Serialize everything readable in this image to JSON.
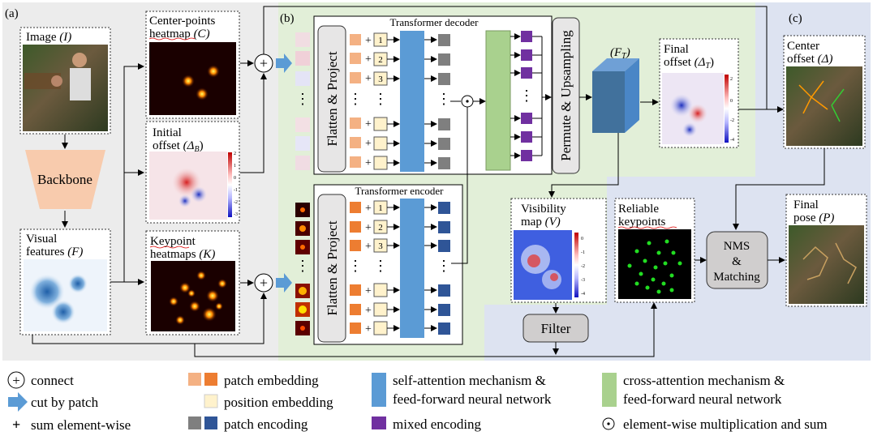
{
  "panels": {
    "a": "(a)",
    "b": "(b)",
    "c": "(c)"
  },
  "image_label": {
    "text": "Image",
    "sym": "(I)"
  },
  "backbone_label": "Backbone",
  "visual_features": {
    "line1": "Visual",
    "line2": "features",
    "sym": "(F)"
  },
  "center_heatmap": {
    "line1": "Center-points",
    "line2": "heatmap",
    "sym": "(C)"
  },
  "initial_offset": {
    "line1": "Initial",
    "line2": "offset",
    "sym": "(Δ",
    "sub": "B",
    "close": ")"
  },
  "keypoint_heatmaps": {
    "line1": "Keypoint",
    "line2": "heatmaps",
    "sym": "(K)"
  },
  "colorbar_ticks_initial": [
    "2",
    "1",
    "0",
    "-1",
    "-2",
    "-3"
  ],
  "colorbar_ticks_final": [
    "2",
    "0",
    "-2",
    "-4"
  ],
  "colorbar_ticks_visibility": [
    "0",
    "-1",
    "-2",
    "-3",
    "-4"
  ],
  "transformer_decoder": "Transformer decoder",
  "transformer_encoder": "Transformer encoder",
  "flatten_project": "Flatten & Project",
  "position_numbers": [
    "1",
    "2",
    "3"
  ],
  "dots": "⋮",
  "permute_upsampling": "Permute & Upsampling",
  "ft_label": {
    "sym": "(F",
    "sub": "T",
    "close": ")"
  },
  "final_offset": {
    "line1": "Final",
    "line2": "offset",
    "sym": "(Δ",
    "sub": "T",
    "close": ")"
  },
  "center_offset": {
    "line1": "Center",
    "line2": "offset",
    "sym": "(Δ)"
  },
  "visibility_map": {
    "line1": "Visibility",
    "line2": "map",
    "sym": "(V)"
  },
  "reliable_keypoints": {
    "line1": "Reliable",
    "line2": "keypoints"
  },
  "nms": {
    "line1": "NMS",
    "line2": "&",
    "line3": "Matching"
  },
  "final_pose": {
    "line1": "Final",
    "line2": "pose",
    "sym": "(P)"
  },
  "filter": "Filter",
  "legend": {
    "connect": "connect",
    "cut_by_patch": "cut by patch",
    "sum_elementwise": "sum element-wise",
    "patch_embedding": "patch embedding",
    "position_embedding": "position embedding",
    "patch_encoding": "patch encoding",
    "self_attention_1": "self-attention mechanism &",
    "self_attention_2": "feed-forward neural network",
    "mixed_encoding": "mixed encoding",
    "cross_attention_1": "cross-attention mechanism &",
    "cross_attention_2": "feed-forward neural network",
    "elementwise_mult": "element-wise multiplication and sum"
  },
  "colors": {
    "panel_a_bg": "#ececec",
    "panel_b_bg": "#e2efd8",
    "panel_c_bg": "#dde3f1",
    "patch_light": "#f4b183",
    "patch_dark": "#ed7d31",
    "position": "#fff2cc",
    "self_attention": "#5b9bd5",
    "cross_attention": "#a9d18e",
    "encoding_gray": "#7f7f7f",
    "encoding_blue": "#2f5597",
    "mixed": "#7030a0",
    "cube": "#41719c",
    "backbone": "#f8cbad"
  }
}
